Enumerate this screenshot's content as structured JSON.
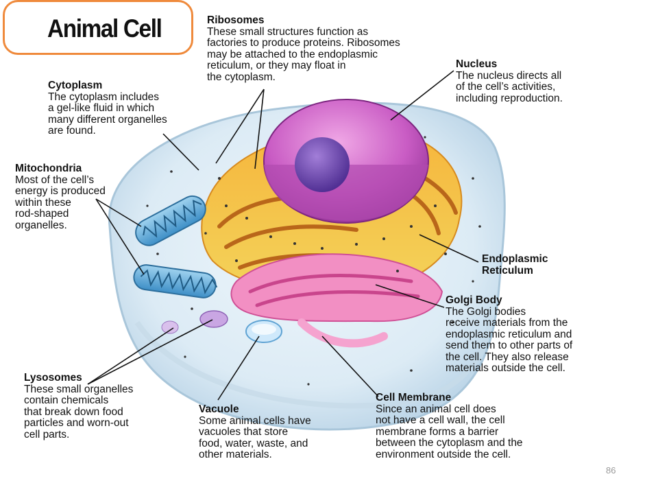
{
  "title": "Animal Cell",
  "labels": {
    "ribosomes": {
      "name": "Ribosomes",
      "desc": "These small structures function as\nfactories to produce proteins. Ribosomes\nmay be attached to the endoplasmic\nreticulum, or they may float in\nthe cytoplasm."
    },
    "nucleus": {
      "name": "Nucleus",
      "desc": "The nucleus directs all\nof the cell’s activities,\nincluding reproduction."
    },
    "cytoplasm": {
      "name": "Cytoplasm",
      "desc": "The cytoplasm includes\na gel-like fluid in which\nmany different organelles\nare found."
    },
    "mitochondria": {
      "name": "Mitochondria",
      "desc": "Most of the cell’s\nenergy is produced\nwithin these\nrod-shaped\norganelles."
    },
    "er": {
      "name": "Endoplasmic\nReticulum"
    },
    "golgi": {
      "name": "Golgi Body",
      "desc": "The Golgi bodies\nreceive materials from the\nendoplasmic reticulum and\nsend them to other parts of\nthe cell. They also release\nmaterials outside the cell."
    },
    "lysosomes": {
      "name": "Lysosomes",
      "desc": "These small organelles\ncontain chemicals\nthat break down food\nparticles and worn-out\ncell parts."
    },
    "vacuole": {
      "name": "Vacuole",
      "desc": "Some animal cells have\nvacuoles that store\nfood, water, waste, and\nother materials."
    },
    "membrane": {
      "name": "Cell Membrane",
      "desc": "Since an animal cell does\nnot have a cell wall, the cell\nmembrane forms a barrier\nbetween the cytoplasm and the\nenvironment outside the cell."
    }
  },
  "page_number": "86"
}
